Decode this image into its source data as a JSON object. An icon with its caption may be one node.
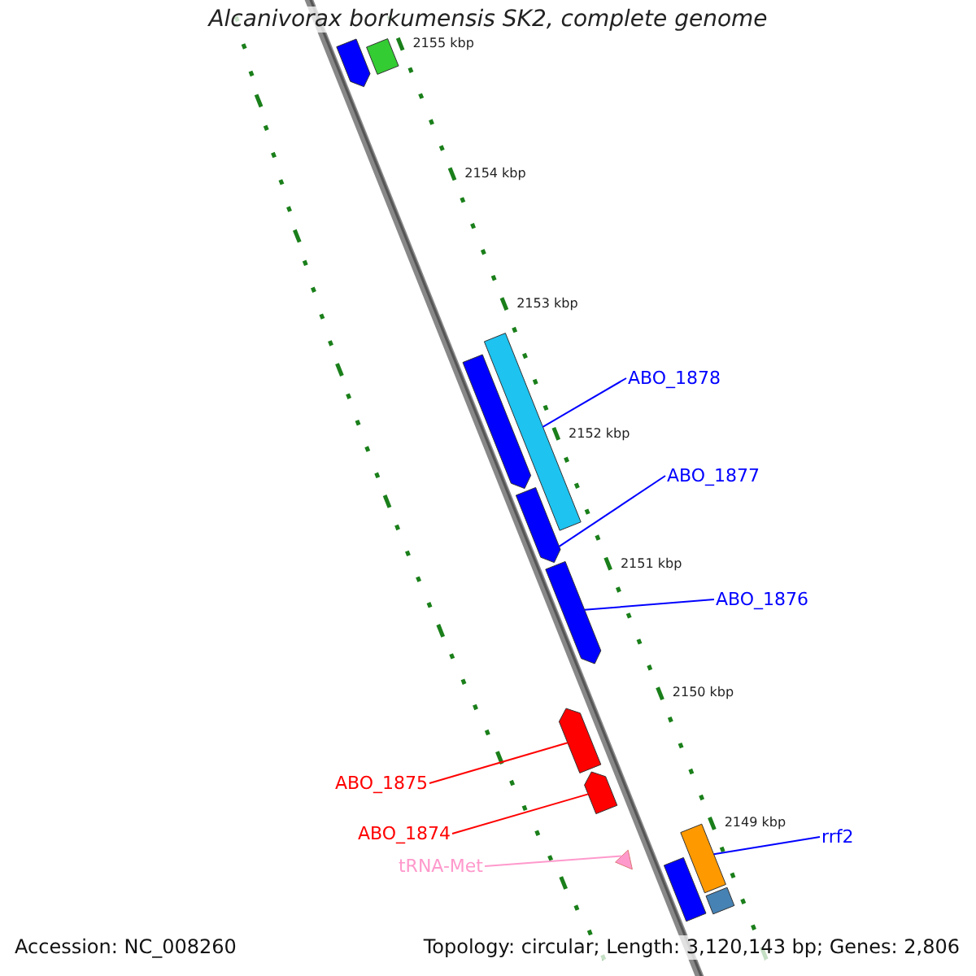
{
  "diagram": {
    "title": "Alcanivorax borkumensis SK2, complete genome",
    "nodes": [
      {
        "text": [
          "ABO_1878"
        ]
      },
      {
        "text": [
          "ABO_1877"
        ]
      },
      {
        "text": [
          "ABO_1876"
        ]
      },
      {
        "text": [
          "ABO_1875"
        ]
      },
      {
        "text": [
          "ABO_1874"
        ]
      },
      {
        "text": [
          "tRNA-Met"
        ]
      },
      {
        "text": [
          "rrf2"
        ]
      },
      {
        "text": [],
        "shape": "bar"
      },
      {
        "text": [],
        "shape": "bar"
      },
      {
        "text": [],
        "shape": "bar"
      },
      {
        "text": [],
        "shape": "bar"
      },
      {
        "text": [],
        "shape": "bar"
      },
      {
        "text": [],
        "shape": "bar"
      },
      {
        "text": [],
        "shape": "bar"
      },
      {
        "text": [],
        "shape": "bar"
      },
      {
        "text": [],
        "shape": "triangle"
      },
      {
        "text": [],
        "shape": "bar"
      },
      {
        "text": [],
        "shape": "bar"
      },
      {
        "text": [],
        "shape": "bar"
      }
    ],
    "edges": [
      {
        "from": 0,
        "to": 9,
        "arrow": "none"
      },
      {
        "from": 1,
        "to": 11,
        "arrow": "none"
      },
      {
        "from": 2,
        "to": 12,
        "arrow": "none"
      },
      {
        "from": 3,
        "to": 13,
        "arrow": "none",
        "color": "#ff0000"
      },
      {
        "from": 4,
        "to": 14,
        "arrow": "none",
        "color": "#ff0000"
      },
      {
        "from": 5,
        "to": 15,
        "arrow": "none",
        "color": "#ff99cc"
      },
      {
        "from": 6,
        "to": 16,
        "arrow": "none"
      }
    ],
    "labels": [
      "2155 kbp",
      "2154 kbp",
      "2153 kbp",
      "2152 kbp",
      "2151 kbp",
      "2150 kbp",
      "2149 kbp",
      "Accession: NC_008260",
      "Topology: circular; Length: 3,120,143 bp; Genes: 2,806"
    ]
  }
}
